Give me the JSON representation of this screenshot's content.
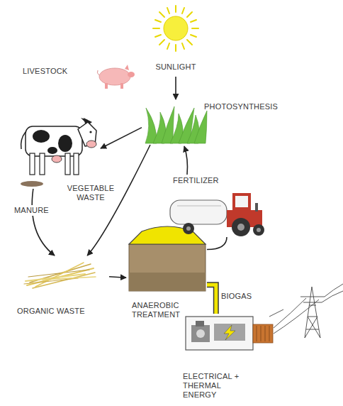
{
  "diagram": {
    "nodes": [
      {
        "text": [
          "SUNLIGHT"
        ]
      },
      {
        "text": [
          "PHOTOSYNTHESIS"
        ]
      },
      {
        "text": [
          "LIVESTOCK"
        ]
      },
      {
        "text": [
          "FERTILIZER"
        ]
      },
      {
        "text": [
          "ORGANIC WASTE"
        ]
      },
      {
        "text": [
          "ANAEROBIC TREATMENT"
        ]
      },
      {
        "text": [
          "ELECTRICAL + THERMAL ENERGY"
        ]
      }
    ],
    "edges": [
      {
        "from": 0,
        "to": 1,
        "arrow": "to"
      },
      {
        "from": 1,
        "to": 2,
        "arrow": "to"
      },
      {
        "from": 2,
        "to": 4,
        "label": "MANURE",
        "arrow": "to"
      },
      {
        "from": 1,
        "to": 4,
        "label": "VEGETABLE WASTE",
        "arrow": "to"
      },
      {
        "from": 4,
        "to": 5,
        "arrow": "to"
      },
      {
        "from": 5,
        "to": 3,
        "arrow": "none"
      },
      {
        "from": 3,
        "to": 1,
        "arrow": "to"
      },
      {
        "from": 5,
        "to": 6,
        "label": "BIOGAS",
        "arrow": "none"
      }
    ]
  }
}
